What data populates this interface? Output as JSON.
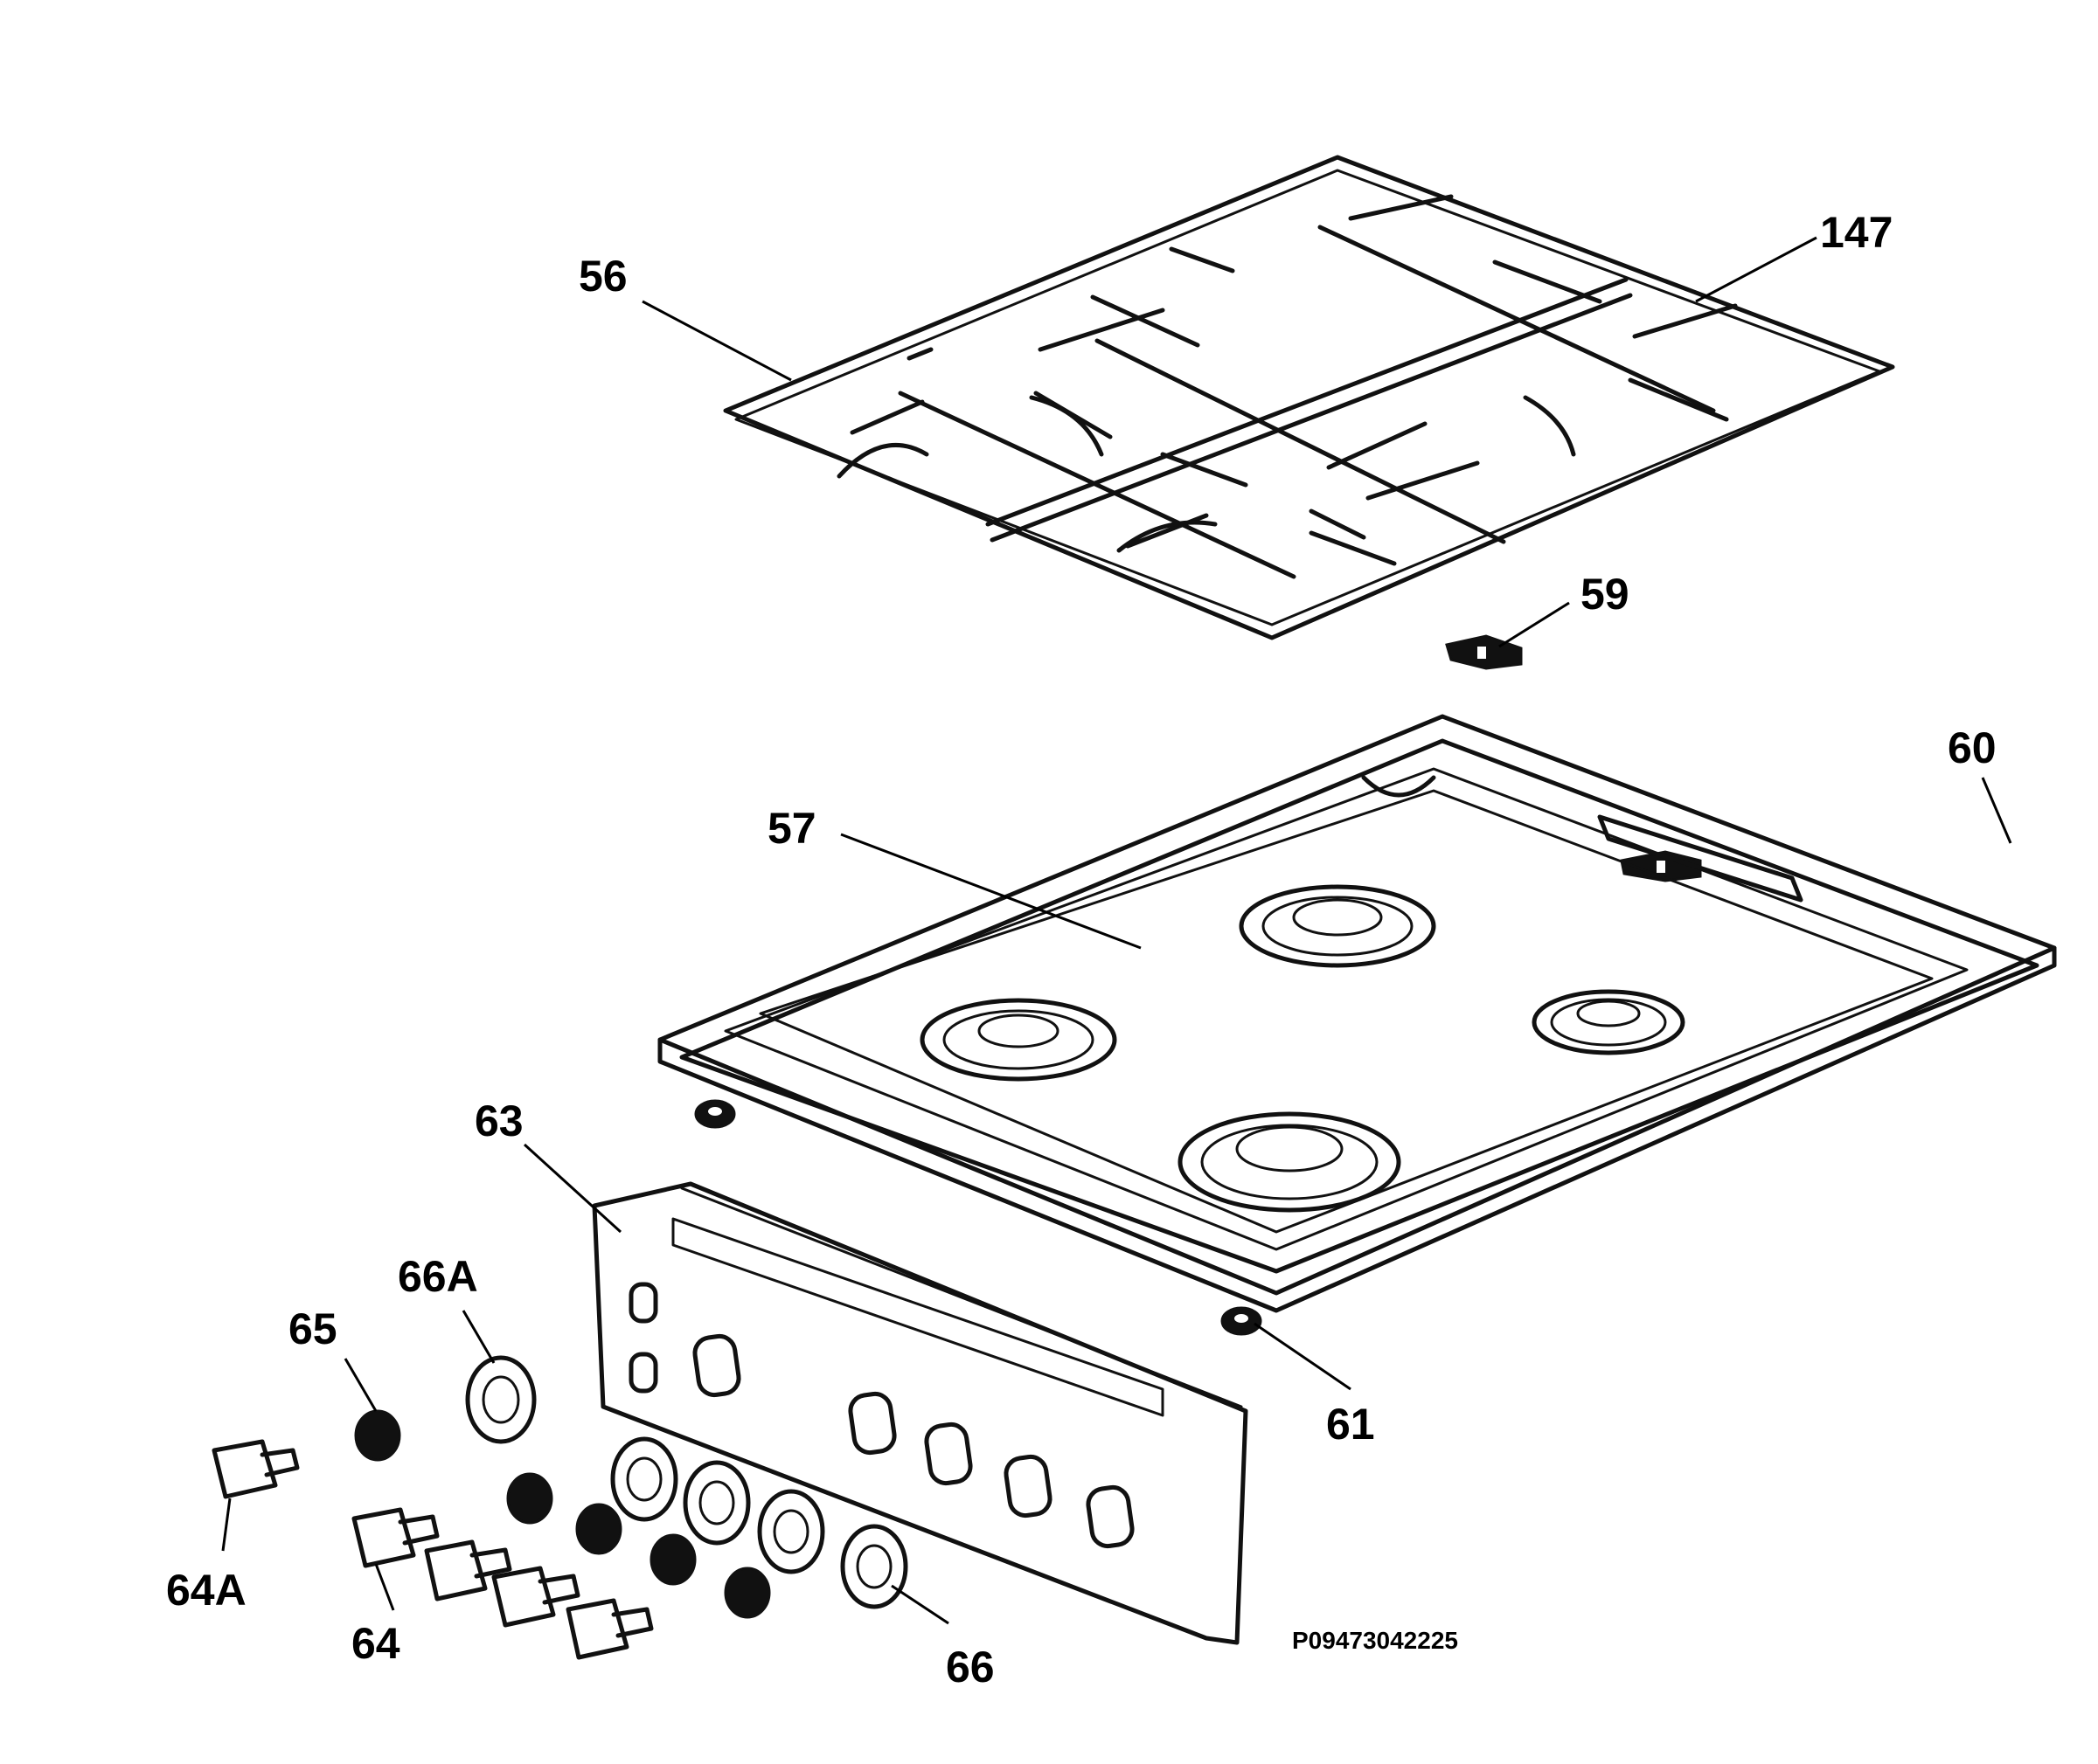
{
  "diagram": {
    "stroke_color": "#111111",
    "background_color": "#ffffff",
    "callouts": [
      {
        "id": "56",
        "label": "56"
      },
      {
        "id": "147",
        "label": "147"
      },
      {
        "id": "59",
        "label": "59"
      },
      {
        "id": "60",
        "label": "60"
      },
      {
        "id": "57",
        "label": "57"
      },
      {
        "id": "63",
        "label": "63"
      },
      {
        "id": "66A",
        "label": "66A"
      },
      {
        "id": "65",
        "label": "65"
      },
      {
        "id": "61",
        "label": "61"
      },
      {
        "id": "64A",
        "label": "64A"
      },
      {
        "id": "64",
        "label": "64"
      },
      {
        "id": "66",
        "label": "66"
      }
    ],
    "drawing_code": "P09473042225"
  }
}
